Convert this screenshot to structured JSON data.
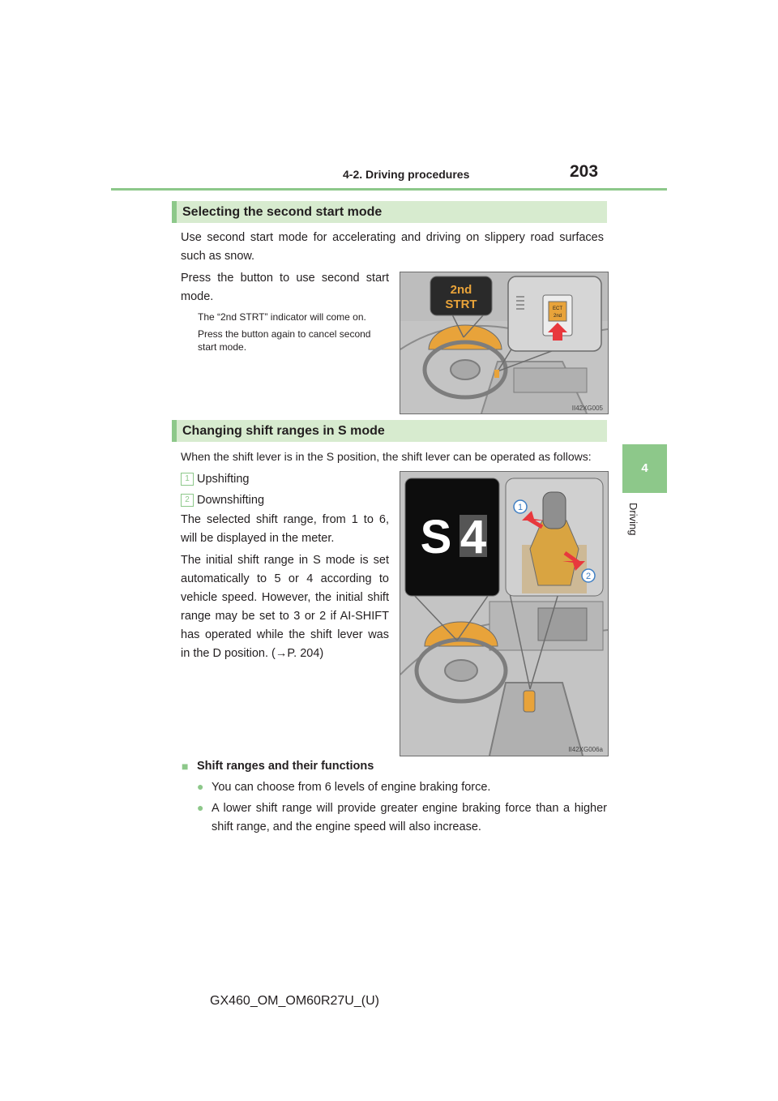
{
  "header": {
    "section": "4-2. Driving procedures",
    "page_number": "203"
  },
  "side_tab": {
    "number": "4",
    "label": "Driving"
  },
  "section1": {
    "title": "Selecting the second start mode",
    "intro": "Use second start mode for accelerating and driving on slippery road surfaces such as snow.",
    "instruction": "Press the button to use second start mode.",
    "note1": "The “2nd STRT” indicator will come on.",
    "note2": "Press the button again to cancel second start mode.",
    "image": {
      "indicator_text_line1": "2nd",
      "indicator_text_line2": "STRT",
      "button_text_line1": "ECT",
      "button_text_line2": "2nd",
      "code": "II42XG005"
    }
  },
  "section2": {
    "title": "Changing shift ranges in S mode",
    "intro": "When the shift lever is in the S position, the shift lever can be operated as follows:",
    "items": [
      {
        "num": "1",
        "label": "Upshifting"
      },
      {
        "num": "2",
        "label": "Downshifting"
      }
    ],
    "para1": "The selected shift range, from 1 to 6, will be displayed in the meter.",
    "para2": "The initial shift range in S mode is set automatically to 5 or 4 according to vehicle speed. However, the initial shift range may be set to 3 or 2 if AI-SHIFT has operated while the shift lever was in the D position. (→P. 204)",
    "image": {
      "display_letter": "S",
      "display_number": "4",
      "callout1": "1",
      "callout2": "2",
      "code": "II42XG006a"
    }
  },
  "notes": {
    "heading_marker": "■",
    "heading": "Shift ranges and their functions",
    "bullet_marker": "●",
    "bullets": [
      "You can choose from 6 levels of engine braking force.",
      "A lower shift range will provide greater engine braking force than a higher shift range, and the engine speed will also increase."
    ]
  },
  "footer": {
    "doc_code": "GX460_OM_OM60R27U_(U)"
  },
  "colors": {
    "accent_green": "#8dc88a",
    "heading_bg": "#d7ebcf",
    "highlight_orange": "#e8a33a",
    "arrow_red": "#e8383d"
  }
}
